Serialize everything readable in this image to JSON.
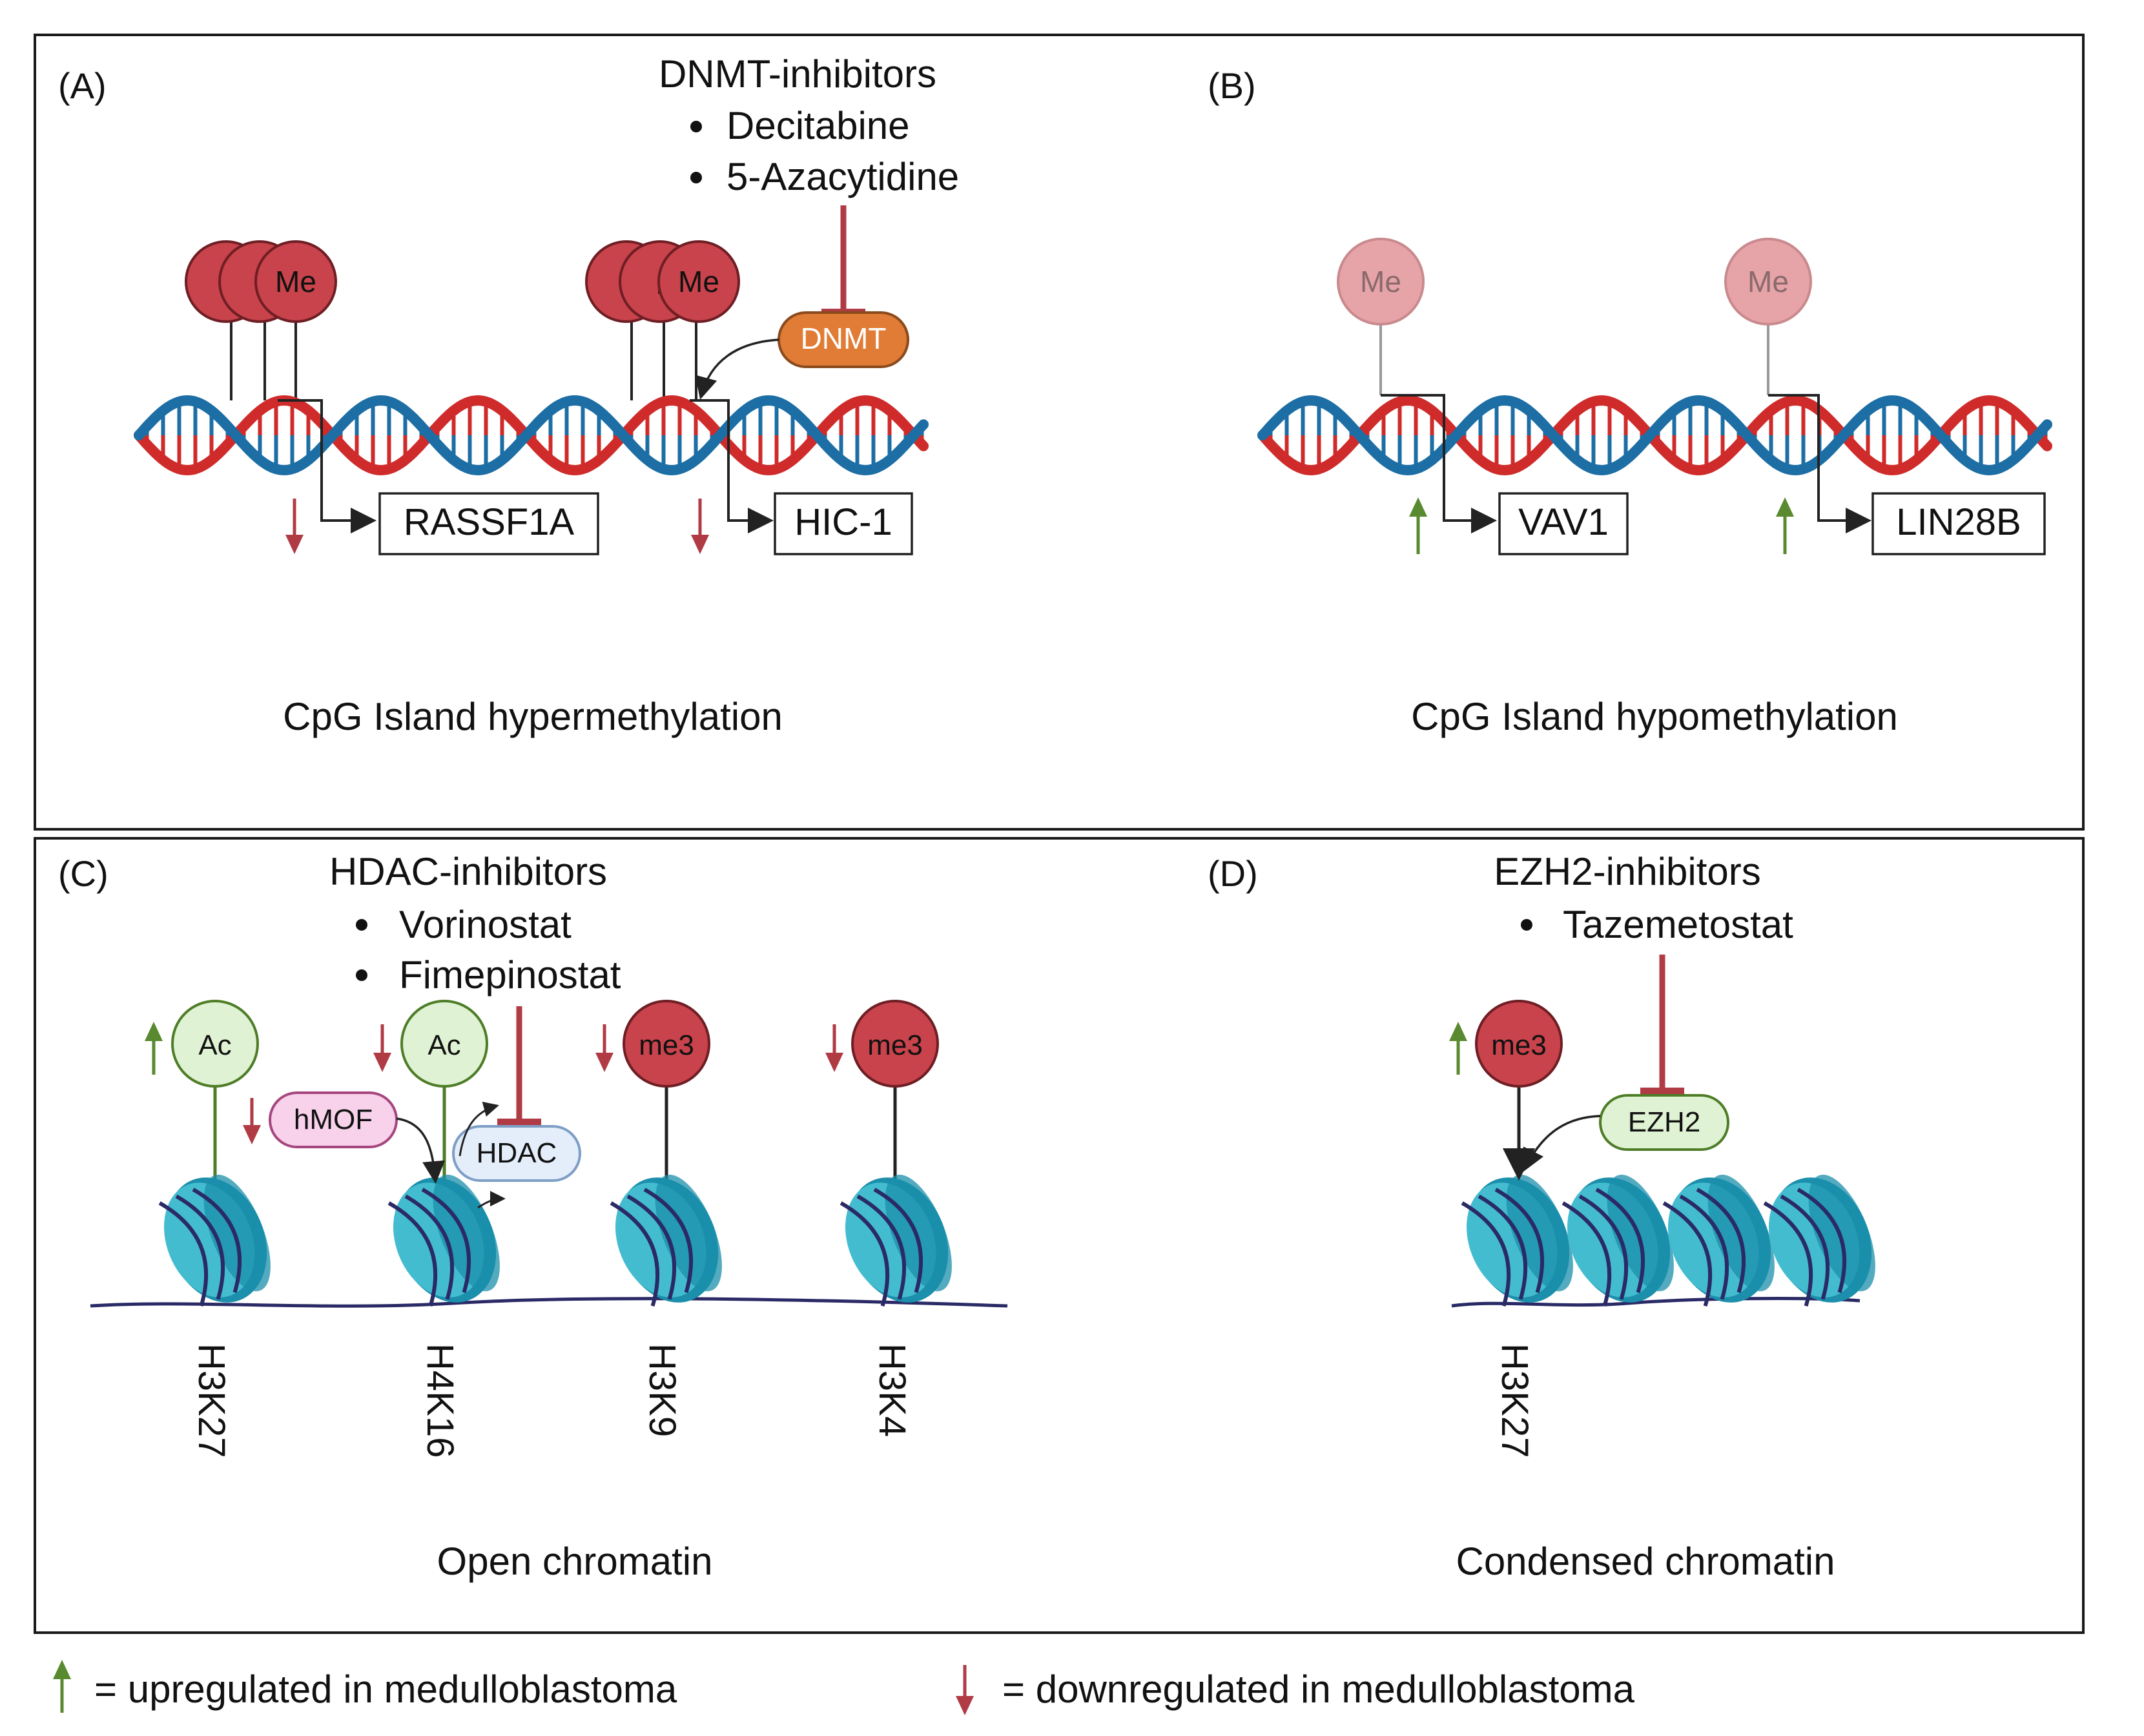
{
  "panel_a": {
    "label": "(A)",
    "inhibitor_title": "DNMT-inhibitors",
    "drugs": [
      "Decitabine",
      "5-Azacytidine"
    ],
    "enzyme": "DNMT",
    "methyl_label": "Me",
    "methyl_clipped": [
      "M",
      "M"
    ],
    "genes": [
      "RASSF1A",
      "HIC-1"
    ],
    "caption": "CpG Island hypermethylation"
  },
  "panel_b": {
    "label": "(B)",
    "methyl_label": "Me",
    "genes": [
      "VAV1",
      "LIN28B"
    ],
    "caption": "CpG Island hypomethylation"
  },
  "panel_c": {
    "label": "(C)",
    "inhibitor_title": "HDAC-inhibitors",
    "drugs": [
      "Vorinostat",
      "Fimepinostat"
    ],
    "marks": [
      "Ac",
      "Ac",
      "me3",
      "me3"
    ],
    "acetyltransferase": "hMOF",
    "enzyme": "HDAC",
    "histones": [
      "H3K27",
      "H4K16",
      "H3K9",
      "H3K4"
    ],
    "caption": "Open chromatin"
  },
  "panel_d": {
    "label": "(D)",
    "inhibitor_title": "EZH2-inhibitors",
    "drugs": [
      "Tazemetostat"
    ],
    "mark": "me3",
    "enzyme": "EZH2",
    "histones": [
      "H3K27"
    ],
    "caption": "Condensed chromatin"
  },
  "legend": {
    "up": "= upregulated in medulloblastoma",
    "down": "= downregulated in medulloblastoma"
  },
  "colors": {
    "methyl_red": "#c8434b",
    "methyl_faded": "#e6a4a8",
    "dna_blue": "#1c6ea4",
    "dna_red": "#cf2b2b",
    "nucleosome": "#44bcd0",
    "nucleosome_dark": "#1b8fab",
    "wrap": "#2a2a66",
    "up_green": "#5a8a2f",
    "down_red": "#b03b45",
    "inhibit_red": "#b03b45",
    "dnmt_orange": "#e07c35",
    "ac_green": "#dff2d3",
    "hmof_pink": "#f7d2ea",
    "hdac_blue": "#e4eefa"
  }
}
